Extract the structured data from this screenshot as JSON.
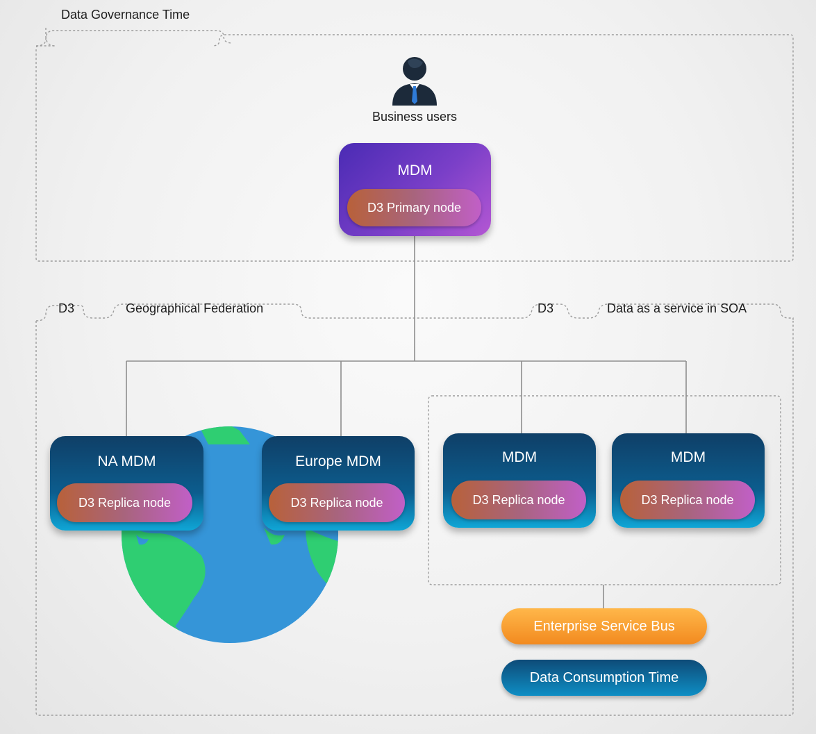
{
  "zones": {
    "governance_label": "Data Governance Time",
    "federation_tag": "D3",
    "federation_label": "Geographical Federation",
    "soa_tag": "D3",
    "soa_label": "Data as a service in SOA"
  },
  "users": {
    "label": "Business users",
    "icon": "business-user-icon"
  },
  "primary": {
    "title": "MDM",
    "node": "D3 Primary node"
  },
  "replicas": [
    {
      "title": "NA MDM",
      "node": "D3 Replica node"
    },
    {
      "title": "Europe MDM",
      "node": "D3 Replica node"
    },
    {
      "title": "MDM",
      "node": "D3 Replica node"
    },
    {
      "title": "MDM",
      "node": "D3 Replica node"
    }
  ],
  "bus": {
    "label": "Enterprise Service Bus"
  },
  "consumption": {
    "label": "Data Consumption Time"
  },
  "colors": {
    "primary_gradient": [
      "#4a2bb4",
      "#b457d3"
    ],
    "replica_gradient": [
      "#0f3f67",
      "#0fa6d6"
    ],
    "node_pill_gradient": [
      "#b8613a",
      "#c15fc7"
    ],
    "bus": "#f28a1f",
    "consumption": "#0e6ea1",
    "globe_ocean": "#3595d8",
    "globe_land": "#2fce72",
    "connector": "#8e8e8e"
  }
}
